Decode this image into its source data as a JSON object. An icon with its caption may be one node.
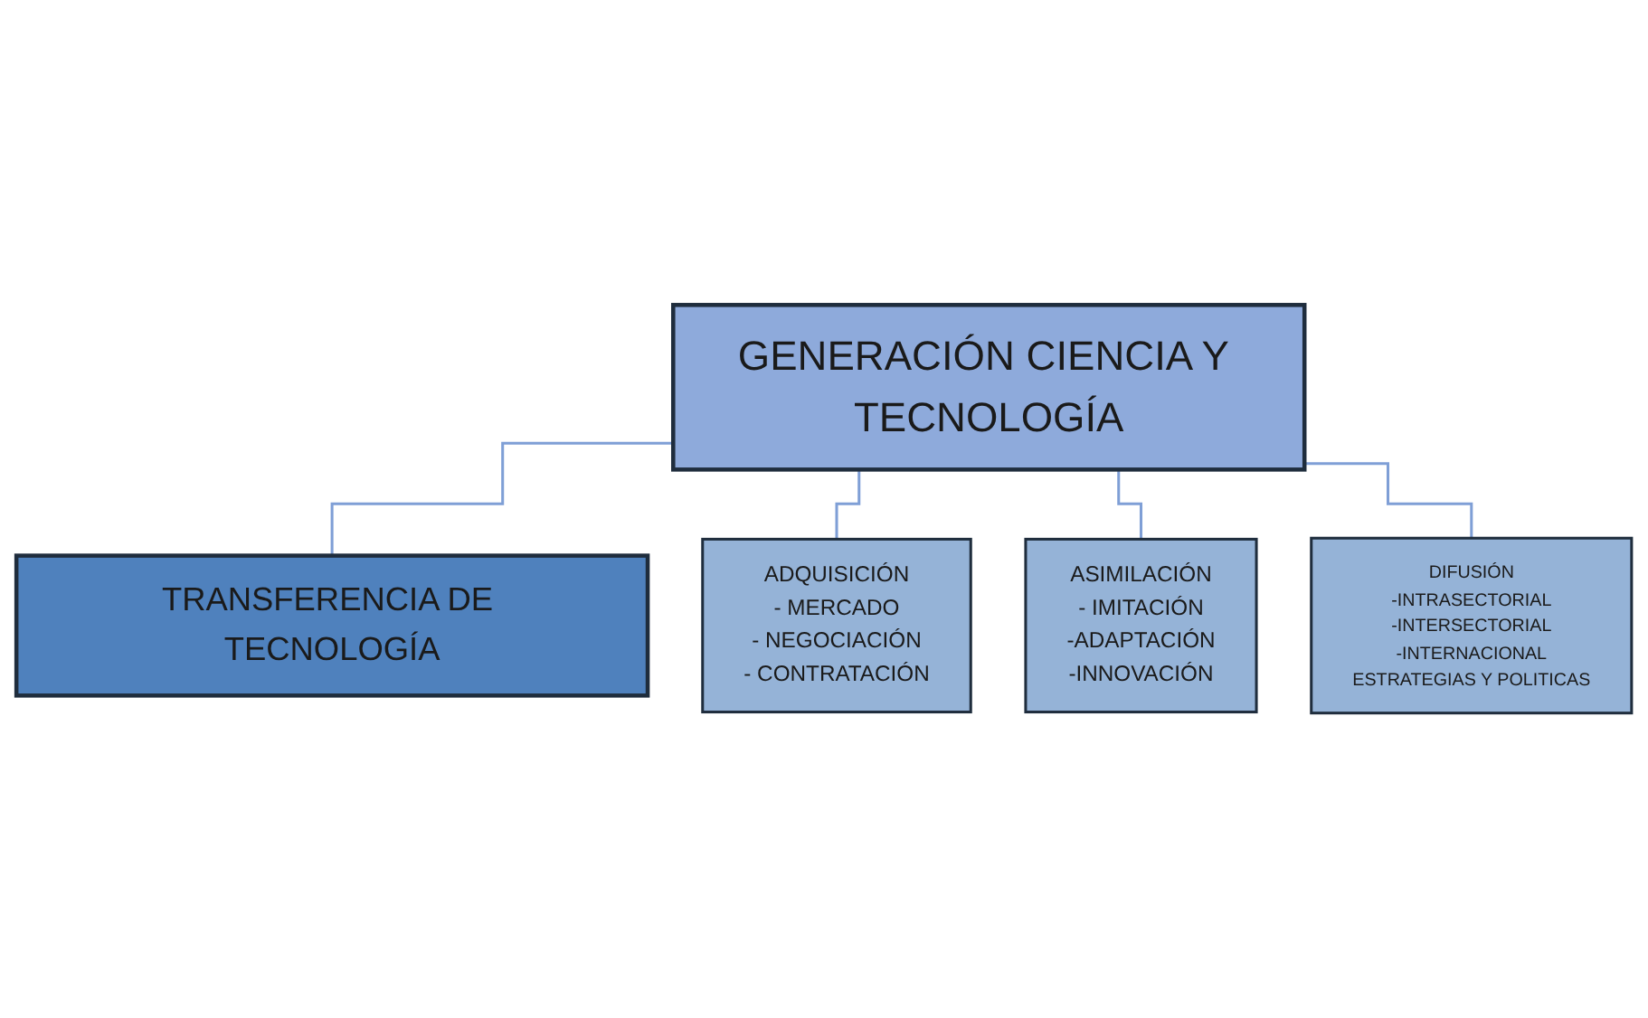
{
  "diagram": {
    "nodes": [
      {
        "text": [
          "GENERACIÓN CIENCIA Y TECNOLOGÍA"
        ]
      },
      {
        "text": [
          "TRANSFERENCIA DE TECNOLOGÍA"
        ]
      },
      {
        "text": [
          "ADQUISICIÓN",
          "- MERCADO",
          "- NEGOCIACIÓN",
          "- CONTRATACIÓN"
        ]
      },
      {
        "text": [
          "ASIMILACIÓN",
          "- IMITACIÓN",
          "-ADAPTACIÓN",
          "-INNOVACIÓN"
        ]
      },
      {
        "text": [
          "DIFUSIÓN",
          "-INTRASECTORIAL",
          "-INTERSECTORIAL",
          "-INTERNACIONAL",
          "ESTRATEGIAS Y POLITICAS"
        ]
      }
    ],
    "edges": [
      {
        "from": 0,
        "to": 1,
        "arrow": "none"
      },
      {
        "from": 0,
        "to": 2,
        "arrow": "none"
      },
      {
        "from": 0,
        "to": 3,
        "arrow": "none"
      },
      {
        "from": 0,
        "to": 4,
        "arrow": "none"
      }
    ]
  }
}
